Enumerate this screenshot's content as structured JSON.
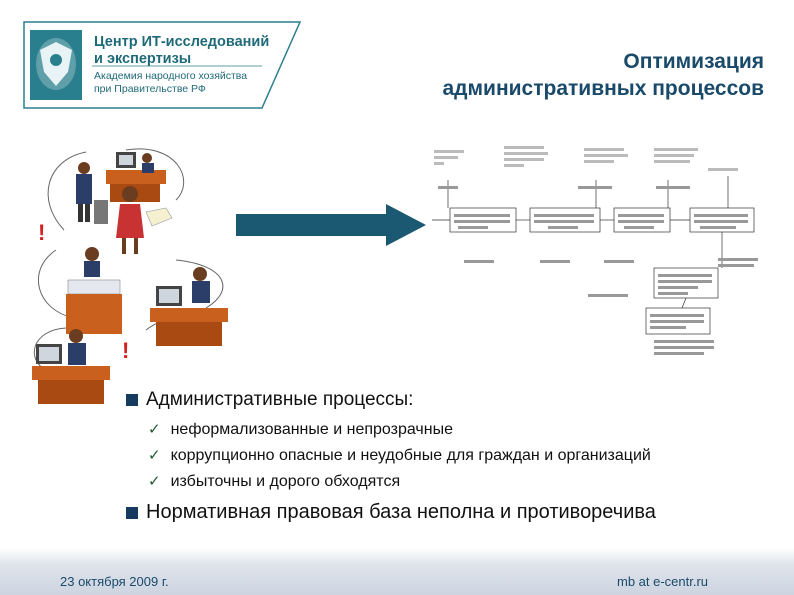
{
  "logo": {
    "line1": "Центр ИТ-исследований",
    "line2": "и экспертизы",
    "line3": "Академия народного хозяйства",
    "line4": "при Правительстве РФ",
    "icon": "eagle-emblem-icon"
  },
  "title": {
    "line1": "Оптимизация",
    "line2": "административных процессов"
  },
  "illustration": {
    "exclamation1": "!",
    "exclamation2": "!"
  },
  "bullets": {
    "main1": "Административные процессы:",
    "sub": [
      "неформализованные и непрозрачные",
      "коррупционно опасные и неудобные для граждан и организаций",
      "избыточны и дорого обходятся"
    ],
    "main2": "Нормативная правовая база неполна и противоречива"
  },
  "footer": {
    "date": "23 октября 2009 г.",
    "site": "mb at e-centr.ru"
  },
  "colors": {
    "accent": "#1f6a78",
    "title": "#1a4a6a",
    "arrow": "#1b5872"
  }
}
